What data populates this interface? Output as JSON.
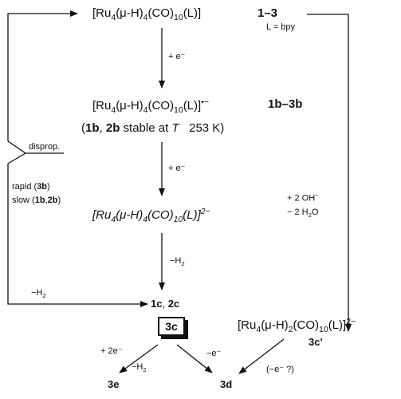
{
  "compound_top": {
    "formula_html": "[Ru<sub>4</sub>(μ-H)<sub>4</sub>(CO)<sub>10</sub>(L)]",
    "label": "1–3",
    "ligand_note": "L = bpy"
  },
  "step1": {
    "label": "+ e⁻"
  },
  "compound_radical": {
    "formula_html": "[Ru<sub>4</sub>(μ-H)<sub>4</sub>(CO)<sub>10</sub>(L)]<sup>•−</sup>",
    "label": "1b–3b",
    "stability_html": "(<b>1b</b>, <b>2b</b> stable at <i>T</i>&nbsp;&nbsp;&nbsp;253 K)"
  },
  "disprop_label": "disprop.",
  "rapid_slow_html": "rapid (<b>3b</b>)<br>slow (<b>1b</b>,<b>2b</b>)",
  "step2": {
    "label": "+ e⁻"
  },
  "compound_dianion": {
    "formula_html": "[Ru<sub>4</sub>(μ-H)<sub>4</sub>(CO)<sub>10</sub>(L)]<sup>2−</sup>"
  },
  "step3": {
    "label_html": "−H<sub>2</sub>"
  },
  "left_path": {
    "label_html": "−H<sub>2</sub>"
  },
  "right_path": {
    "label_html": "+ 2 OH<sup>−</sup><br>− 2 H<sub>2</sub>O"
  },
  "products_1c2c_html": "<b>1c</b>, <b>2c</b>",
  "box_3c": "3c",
  "compound_3c_prime": {
    "formula_html": "[Ru<sub>4</sub>(μ-H)<sub>2</sub>(CO)<sub>10</sub>(L)]<sup>2−</sup>",
    "label": "3c'"
  },
  "arrow_3e_upper": "+ 2e⁻",
  "arrow_3e_lower_html": "−H<sub>2</sub>",
  "arrow_3d_from_3c": "−e⁻",
  "arrow_3d_from_3cprime": "(−e⁻  ?)",
  "product_3e": "3e",
  "product_3d": "3d"
}
